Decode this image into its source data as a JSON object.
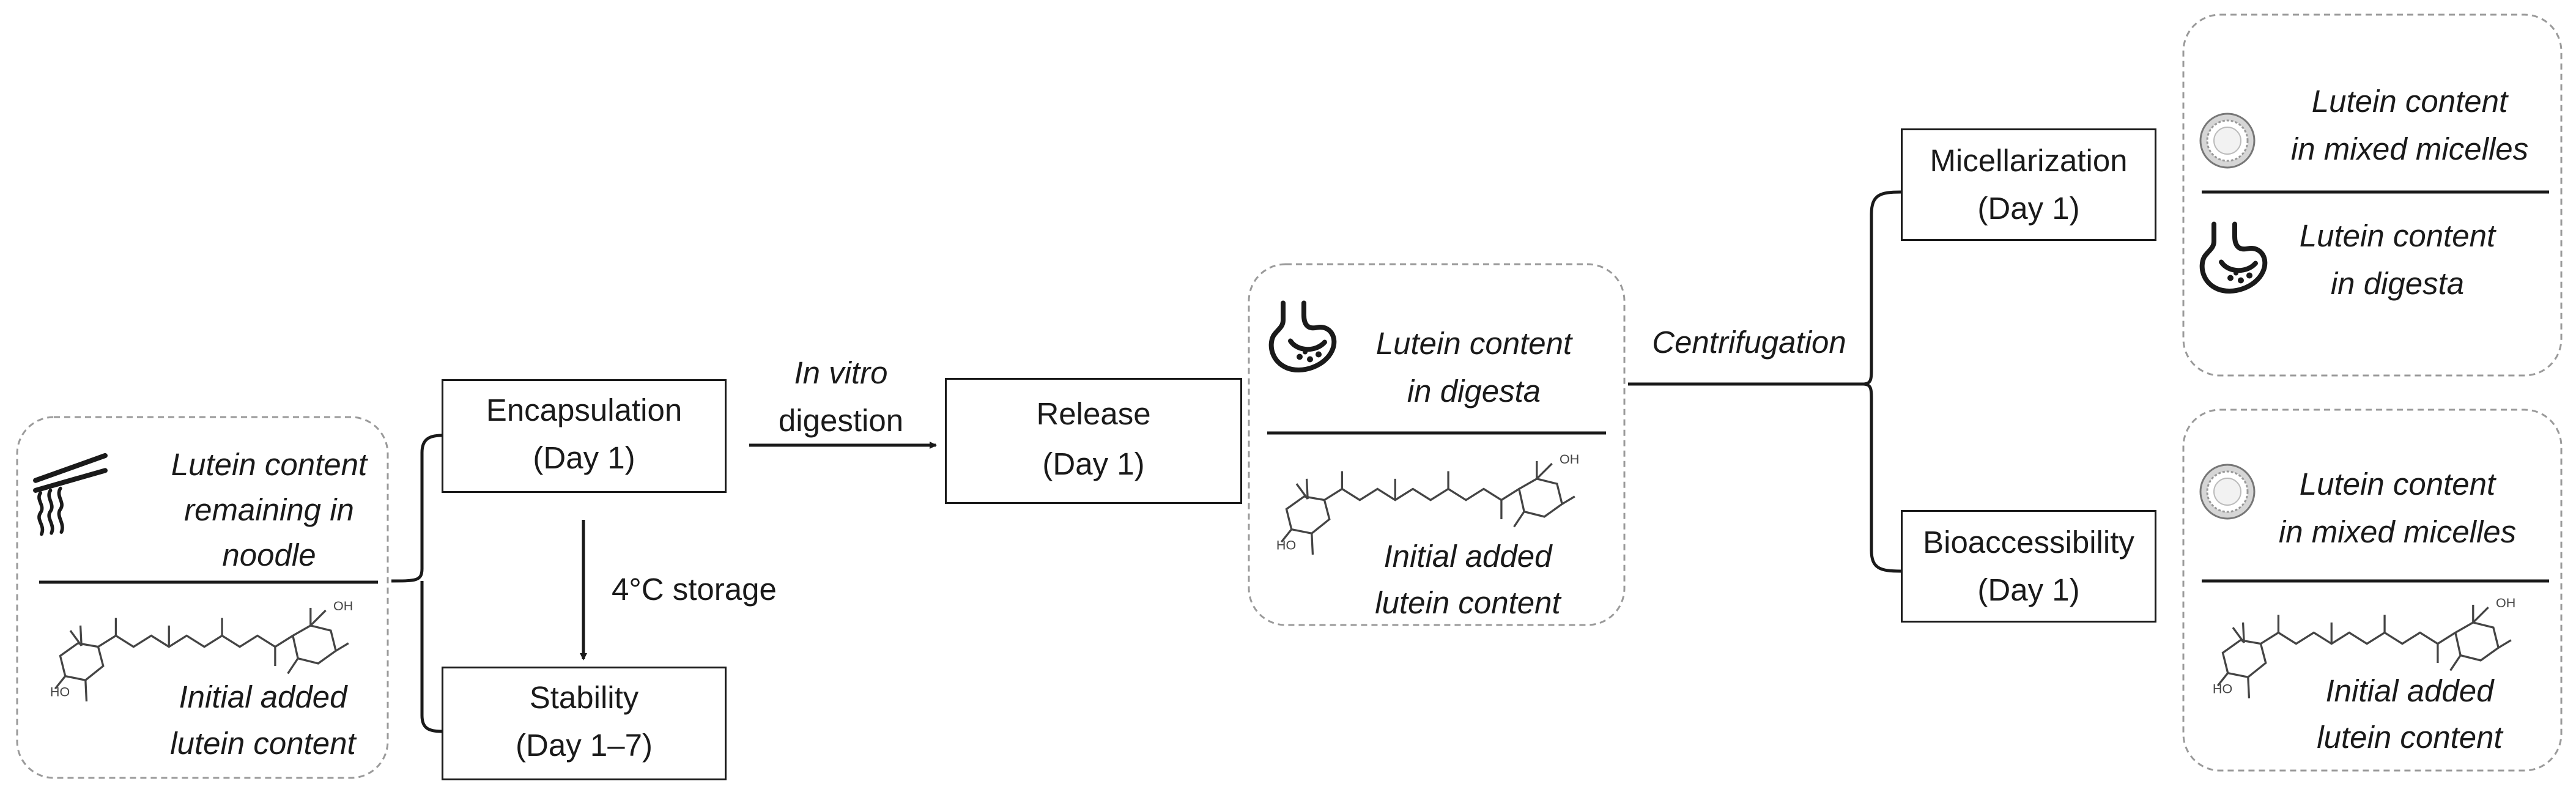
{
  "nodes": {
    "encapsulation": {
      "title": "Encapsulation",
      "day": "(Day 1)"
    },
    "stability": {
      "title": "Stability",
      "day": "(Day 1–7)"
    },
    "release": {
      "title": "Release",
      "day": "(Day 1)"
    },
    "micellarization": {
      "title": "Micellarization",
      "day": "(Day 1)"
    },
    "bioaccessibility": {
      "title": "Bioaccessibility",
      "day": "(Day 1)"
    }
  },
  "edges": {
    "digestion": {
      "line1": "In vitro",
      "line2": "digestion"
    },
    "storage": "4°C storage",
    "centrifugation": "Centrifugation"
  },
  "panels": {
    "encapsulation": {
      "numerator": [
        "Lutein content",
        "remaining in",
        "noodle"
      ],
      "denominator": [
        "Initial added",
        "lutein content"
      ],
      "numerator_icon": "noodles-chopsticks-icon",
      "denominator_icon": "lutein-structure-icon"
    },
    "release": {
      "numerator": [
        "Lutein content",
        "in digesta"
      ],
      "denominator": [
        "Initial added",
        "lutein content"
      ],
      "numerator_icon": "stomach-icon",
      "denominator_icon": "lutein-structure-icon"
    },
    "micellarization": {
      "numerator": [
        "Lutein content",
        "in mixed micelles"
      ],
      "denominator": [
        "Lutein content",
        "in digesta"
      ],
      "numerator_icon": "micelle-icon",
      "denominator_icon": "stomach-icon"
    },
    "bioaccessibility": {
      "numerator": [
        "Lutein content",
        "in mixed micelles"
      ],
      "denominator": [
        "Initial added",
        "lutein content"
      ],
      "numerator_icon": "micelle-icon",
      "denominator_icon": "lutein-structure-icon"
    }
  },
  "molecule": {
    "oh": "OH",
    "ho": "HO"
  },
  "colors": {
    "line": "#1a1a1a",
    "panel_border": "#9a9a9a",
    "icon": "#1a1a1a"
  }
}
